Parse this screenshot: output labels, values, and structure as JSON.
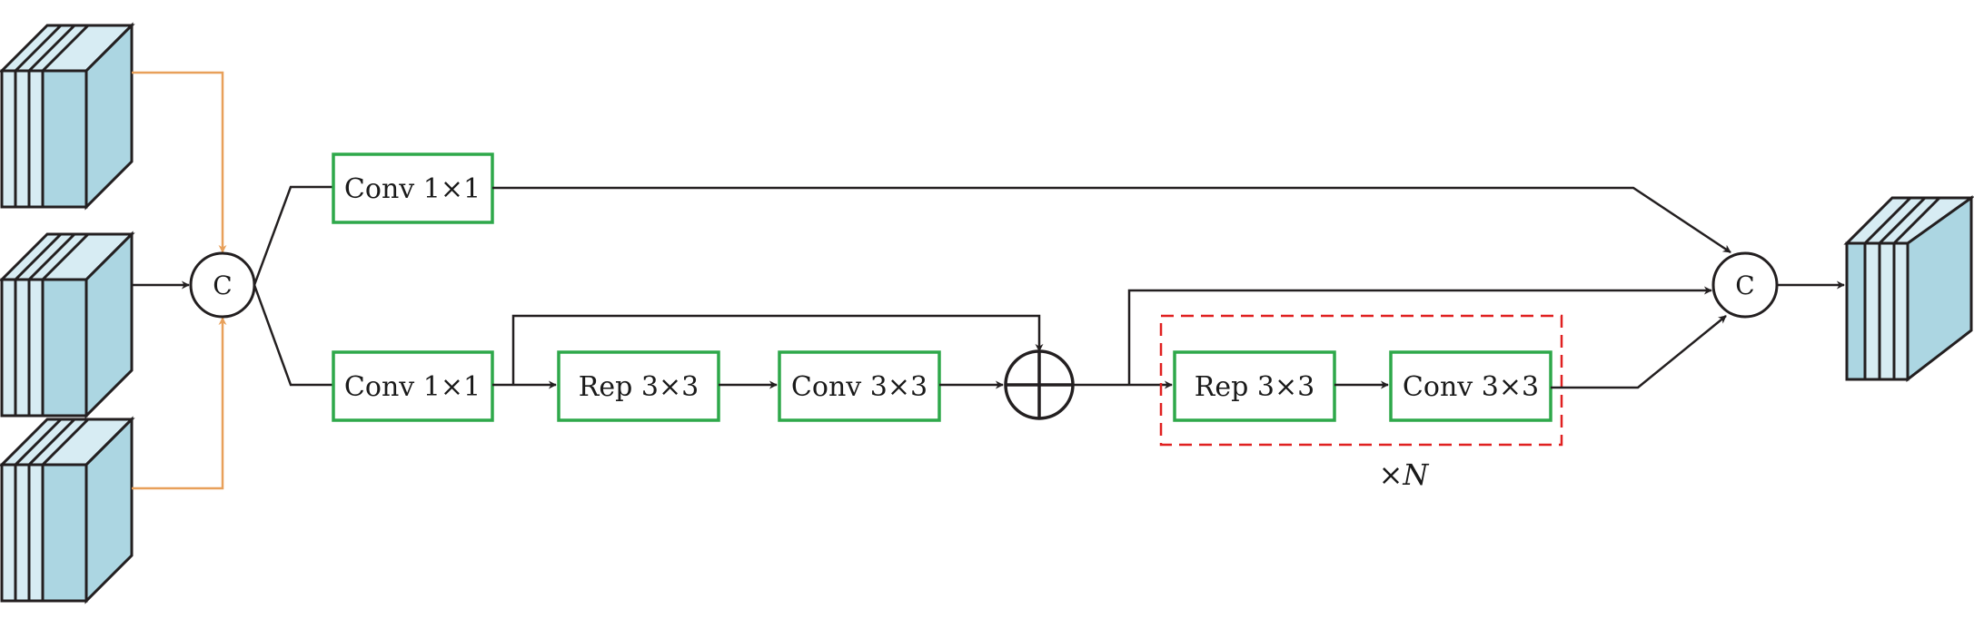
{
  "colors": {
    "block_border": "#2ea84a",
    "line": "#231f20",
    "orange_line": "#e8a05a",
    "repeat_box": "#e02020",
    "feature_face": "#acd6e2",
    "feature_stripe": "#d7ecf3"
  },
  "inputs": [
    "feature-map-top",
    "feature-map-middle",
    "feature-map-bottom"
  ],
  "concat_in": {
    "label": "C"
  },
  "branch_top": {
    "conv_label": "Conv 1×1"
  },
  "branch_bottom": {
    "conv_label": "Conv 1×1",
    "rep_label": "Rep 3×3",
    "conv3_label": "Conv 3×3"
  },
  "add_node": {
    "icon": "plus-circle-icon"
  },
  "repeat_block": {
    "rep_label": "Rep 3×3",
    "conv3_label": "Conv 3×3",
    "repeat_label": "×N"
  },
  "concat_out": {
    "label": "C"
  },
  "output": "feature-map-output"
}
